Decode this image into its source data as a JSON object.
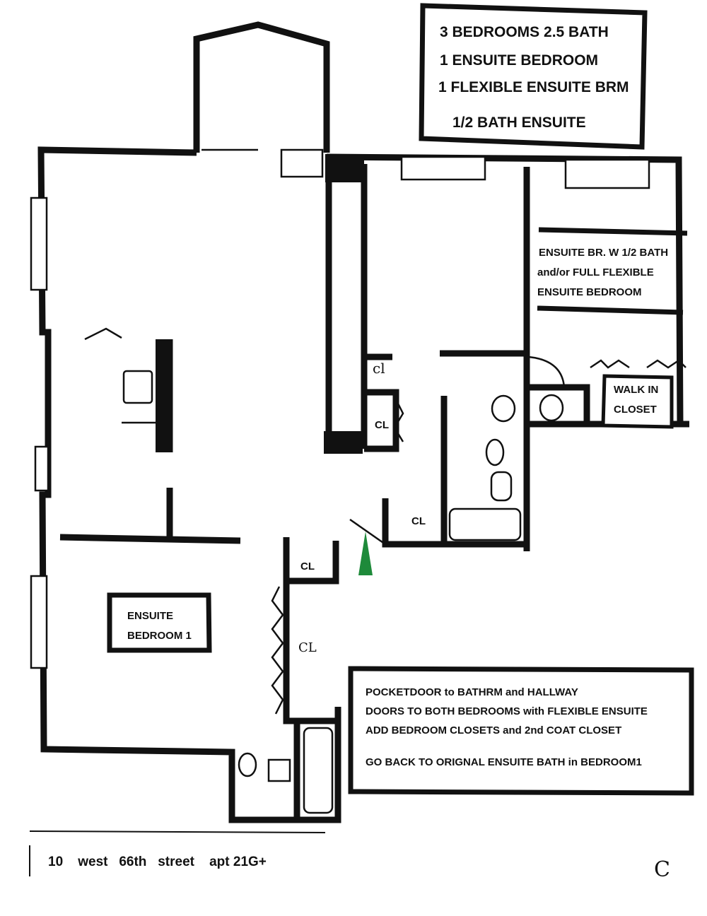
{
  "summary_box": {
    "line1": "3 BEDROOMS   2.5 BATH",
    "line2": "1  ENSUITE BEDROOM",
    "line3": "1 FLEXIBLE ENSUITE BRM",
    "line4": "1/2 BATH ENSUITE"
  },
  "flex_bedroom_label": {
    "line1": "ENSUITE BR. W  1/2 BATH",
    "line2": "and/or    FULL FLEXIBLE",
    "line3": "ENSUITE BEDROOM"
  },
  "walk_in_closet": {
    "line1": "WALK  IN",
    "line2": "CLOSET"
  },
  "bedroom1_label": {
    "line1": "ENSUITE",
    "line2": "BEDROOM 1"
  },
  "closets": {
    "cl_small": "cl",
    "cl_upper": "CL",
    "cl_hall": "CL",
    "cl_entry": "CL",
    "cl_bedroom": "CL"
  },
  "notes_box": {
    "line1": "POCKETDOOR  to  BATHRM and HALLWAY",
    "line2": "DOORS TO BOTH BEDROOMS with  FLEXIBLE ENSUITE",
    "line3": "ADD BEDROOM CLOSETS and 2nd COAT CLOSET",
    "line4": "GO BACK TO ORIGNAL ENSUITE BATH  in BEDROOM1"
  },
  "address": "10    west   66th   street    apt 21G+",
  "corner_mark": "C",
  "colors": {
    "ink": "#111111",
    "north_arrow": "#1e8a3a"
  }
}
